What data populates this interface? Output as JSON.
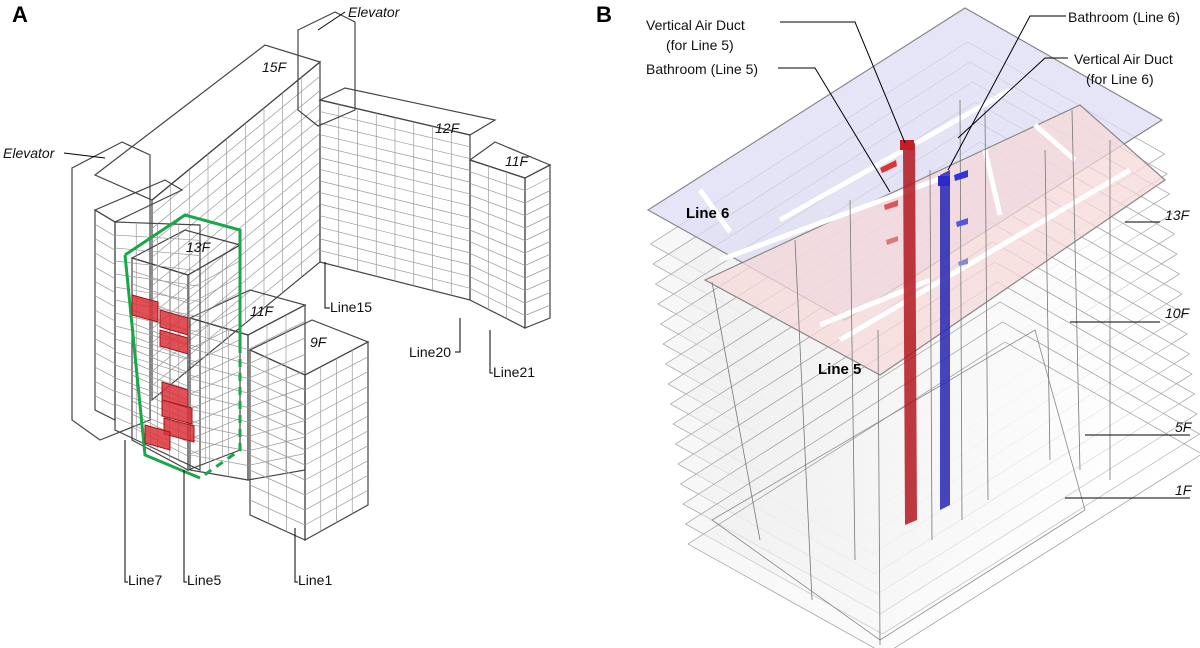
{
  "panels": {
    "a": "A",
    "b": "B"
  },
  "panel_a": {
    "elevator_top": "Elevator",
    "elevator_left": "Elevator",
    "floors": {
      "f15": "15F",
      "f12": "12F",
      "f11_right": "11F",
      "f13": "13F",
      "f11_left": "11F",
      "f9": "9F"
    },
    "lines": {
      "line15": "Line15",
      "line20": "Line20",
      "line21": "Line21",
      "line7": "Line7",
      "line5": "Line5",
      "line1": "Line1"
    },
    "colors": {
      "outline_green": "#1aa64a",
      "case_red": "#d9323a",
      "wall_grid": "#9a9a9a"
    }
  },
  "panel_b": {
    "duct5_line1": "Vertical Air Duct",
    "duct5_line2": "(for Line 5)",
    "bath5": "Bathroom (Line 5)",
    "bath6": "Bathroom (Line 6)",
    "duct6_line1": "Vertical Air Duct",
    "duct6_line2": "(for Line 6)",
    "line6": "Line 6",
    "line5": "Line 5",
    "floors": {
      "f13": "13F",
      "f10": "10F",
      "f5": "5F",
      "f1": "1F"
    },
    "colors": {
      "line6_fill": "#dcdcf4",
      "line5_fill": "#f5d8d8",
      "duct5": "#b3181e",
      "duct6": "#2424b4"
    }
  }
}
